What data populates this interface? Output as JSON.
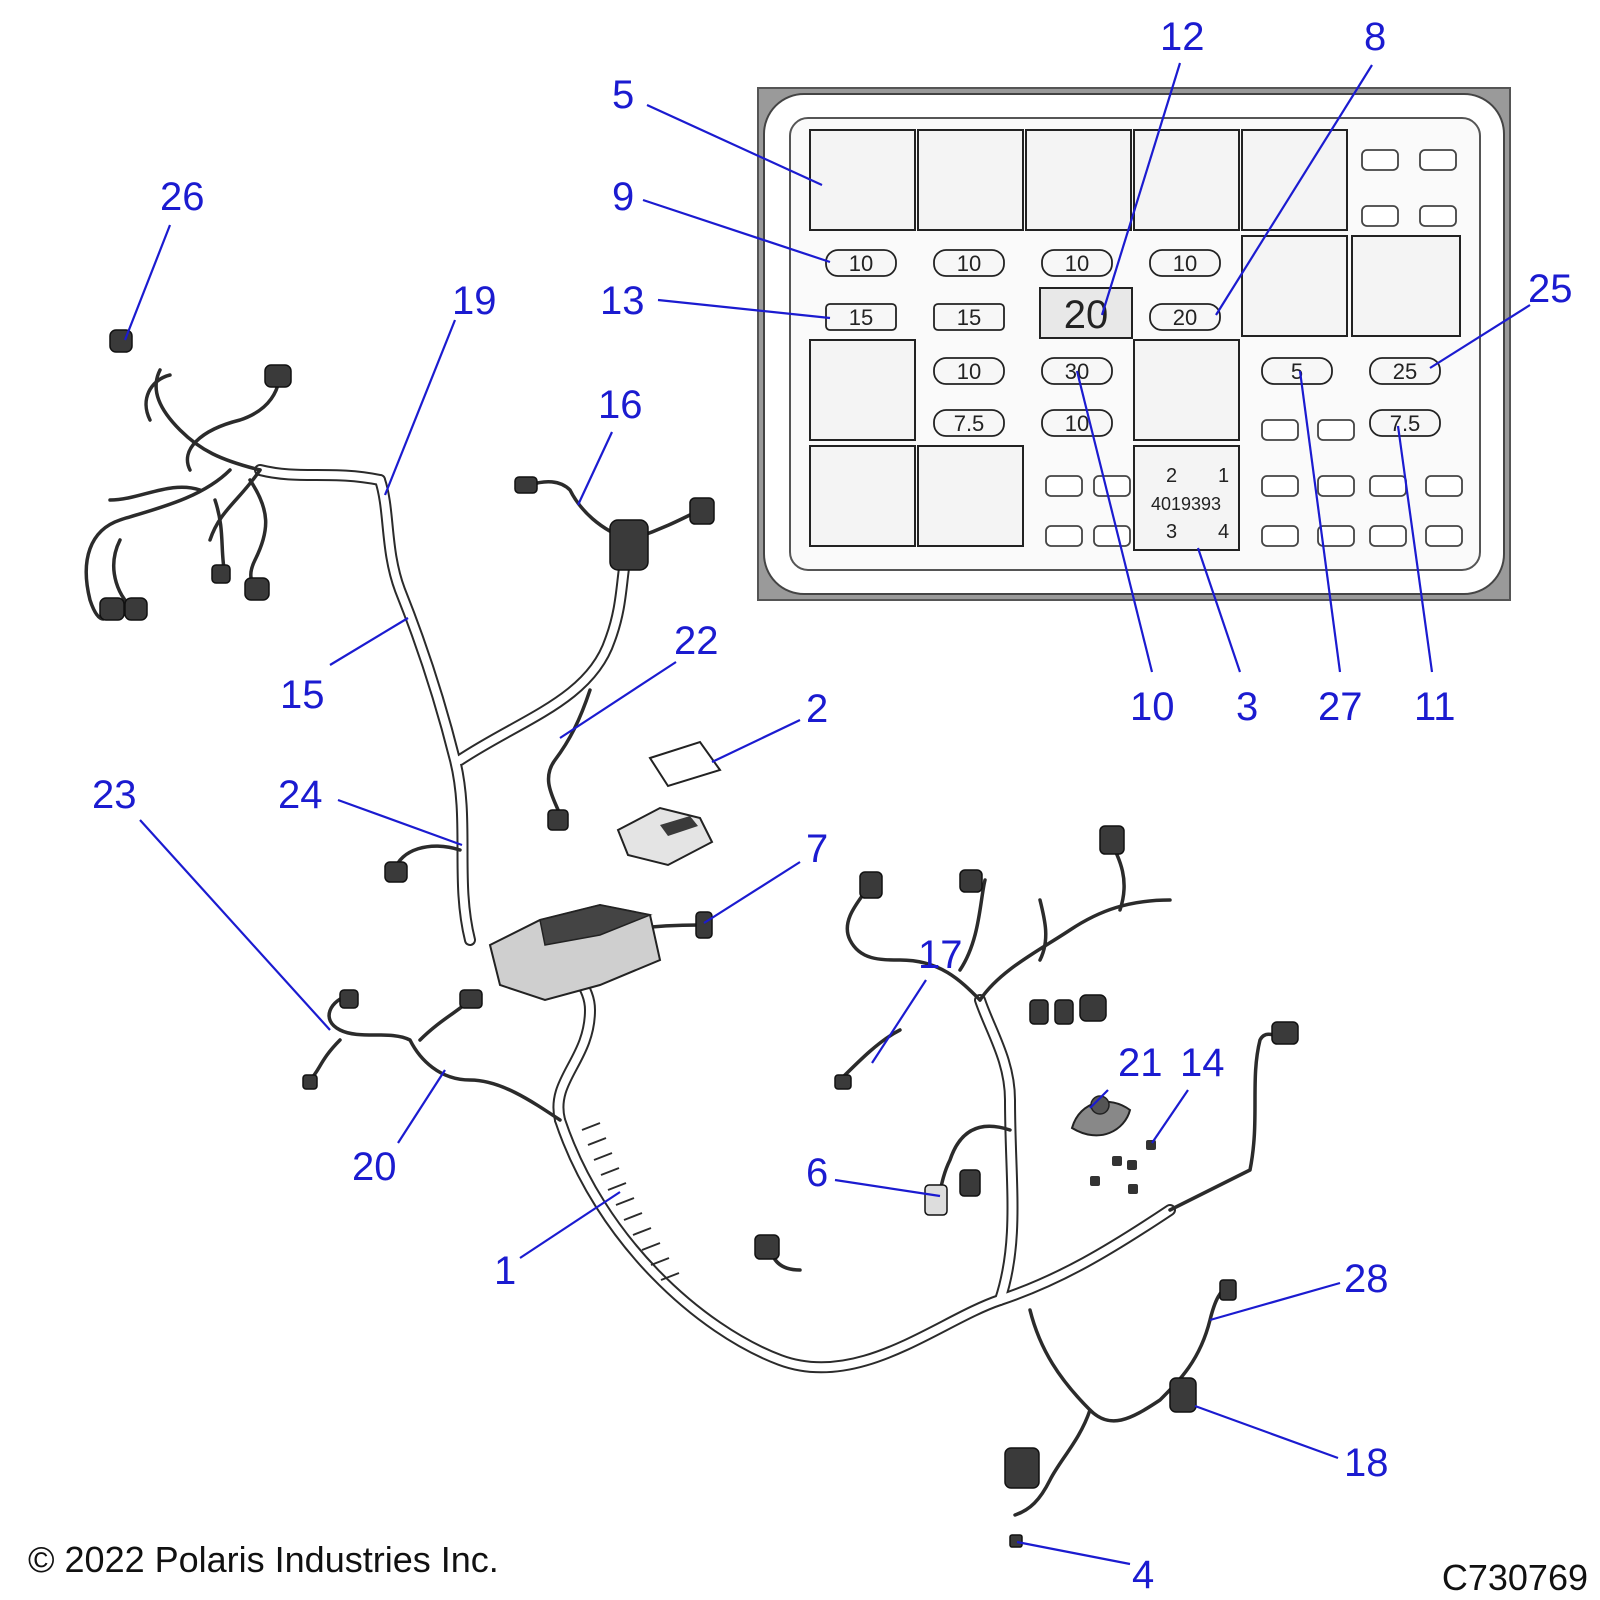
{
  "copyright": "© 2022 Polaris Industries Inc.",
  "drawing_number": "C730769",
  "fuse_box": {
    "relay_part_text": "4019393",
    "relay_pins": [
      "2",
      "1",
      "3",
      "4"
    ],
    "fuse_values": [
      "10",
      "10",
      "10",
      "10",
      "15",
      "15",
      "20",
      "20",
      "10",
      "30",
      "5",
      "25",
      "7.5",
      "10",
      "7.5"
    ]
  },
  "callouts": [
    "26",
    "19",
    "16",
    "15",
    "22",
    "2",
    "23",
    "24",
    "7",
    "20",
    "1",
    "17",
    "21",
    "14",
    "6",
    "28",
    "18",
    "4",
    "5",
    "9",
    "13",
    "12",
    "8",
    "25",
    "10",
    "3",
    "27",
    "11"
  ],
  "colors": {
    "callout": "#1b1bd0",
    "line_art": "#2b2b2b"
  }
}
